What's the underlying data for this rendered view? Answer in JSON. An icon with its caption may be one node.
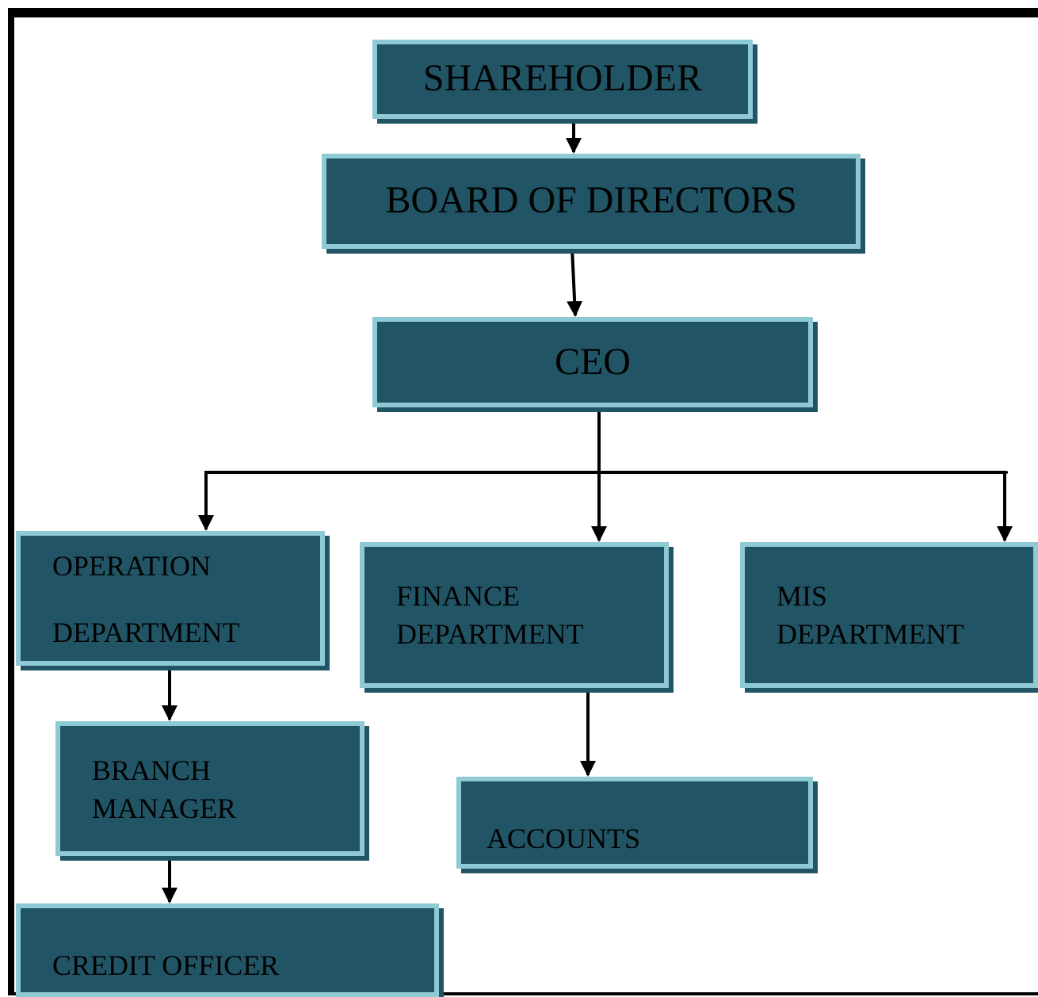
{
  "diagram": {
    "nodes": [
      {
        "text": [
          "SHAREHOLDER"
        ]
      },
      {
        "text": [
          "BOARD OF DIRECTORS"
        ]
      },
      {
        "text": [
          "CEO"
        ]
      },
      {
        "text": [
          "OPERATION DEPARTMENT"
        ]
      },
      {
        "text": [
          "FINANCE DEPARTMENT"
        ]
      },
      {
        "text": [
          "MIS DEPARTMENT"
        ]
      },
      {
        "text": [
          "BRANCH MANAGER"
        ]
      },
      {
        "text": [
          "ACCOUNTS"
        ]
      },
      {
        "text": [
          "CREDIT OFFICER"
        ]
      }
    ],
    "edges": [
      {
        "from": 0,
        "to": 1,
        "arrow": "to"
      },
      {
        "from": 1,
        "to": 2,
        "arrow": "to"
      },
      {
        "from": 2,
        "to": 3,
        "arrow": "to"
      },
      {
        "from": 2,
        "to": 4,
        "arrow": "to"
      },
      {
        "from": 2,
        "to": 5,
        "arrow": "to"
      },
      {
        "from": 3,
        "to": 6,
        "arrow": "to"
      },
      {
        "from": 4,
        "to": 7,
        "arrow": "to"
      },
      {
        "from": 6,
        "to": 8,
        "arrow": "to"
      }
    ]
  }
}
